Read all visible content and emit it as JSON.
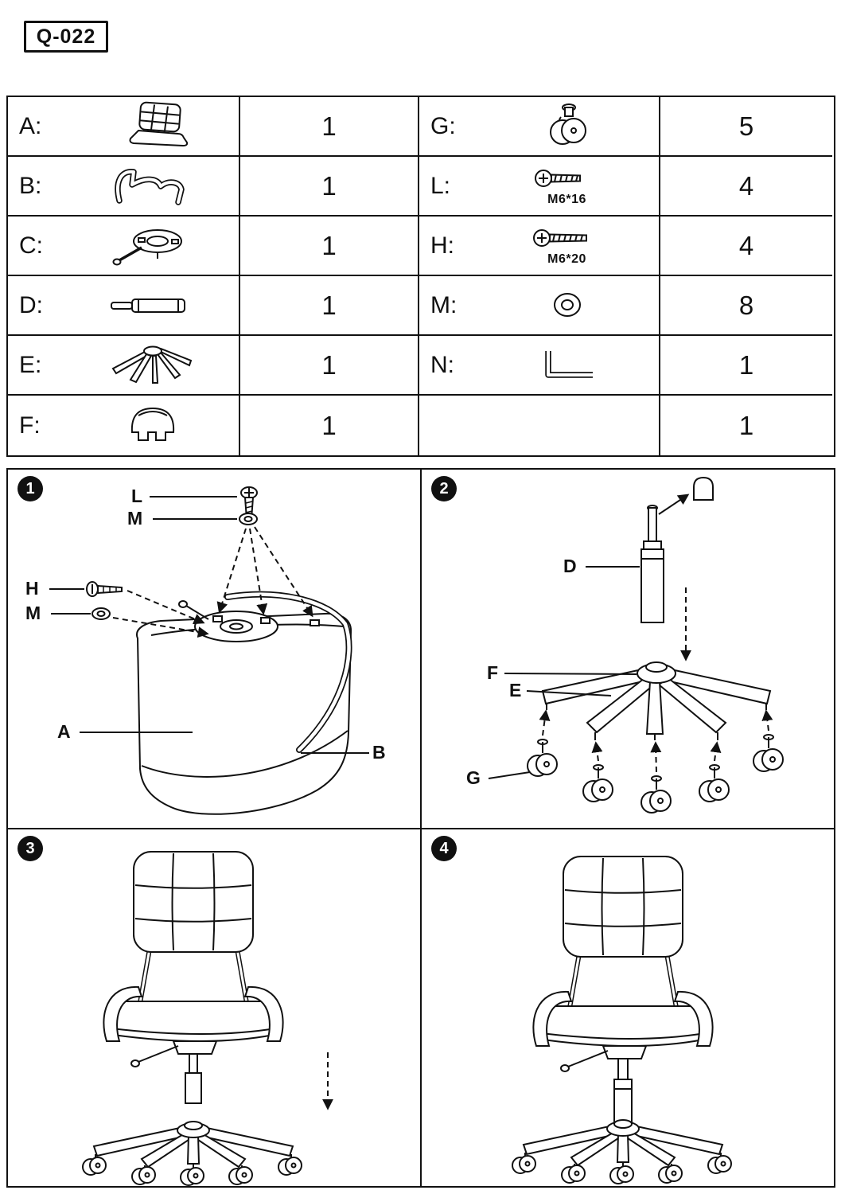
{
  "page": {
    "model": "Q-022"
  },
  "parts_table": {
    "left": [
      {
        "label": "A:",
        "qty": "1",
        "icon": "seat-back-icon"
      },
      {
        "label": "B:",
        "qty": "1",
        "icon": "armrest-bracket-icon"
      },
      {
        "label": "C:",
        "qty": "1",
        "icon": "seat-mechanism-icon"
      },
      {
        "label": "D:",
        "qty": "1",
        "icon": "gas-lift-icon"
      },
      {
        "label": "E:",
        "qty": "1",
        "icon": "five-star-base-icon"
      },
      {
        "label": "F:",
        "qty": "1",
        "icon": "telescopic-cover-icon"
      }
    ],
    "right": [
      {
        "label": "G:",
        "qty": "5",
        "icon": "caster-wheel-icon",
        "note": ""
      },
      {
        "label": "L:",
        "qty": "4",
        "icon": "screw-icon",
        "note": "M6*16"
      },
      {
        "label": "H:",
        "qty": "4",
        "icon": "screw-icon",
        "note": "M6*20"
      },
      {
        "label": "M:",
        "qty": "8",
        "icon": "washer-icon",
        "note": ""
      },
      {
        "label": "N:",
        "qty": "1",
        "icon": "allen-key-icon",
        "note": ""
      },
      {
        "label": "",
        "qty": "1",
        "icon": "",
        "note": ""
      }
    ]
  },
  "steps": {
    "one": {
      "num": "1",
      "labels": {
        "l": "L",
        "m_top": "M",
        "h": "H",
        "m_left": "M",
        "a": "A",
        "b": "B"
      }
    },
    "two": {
      "num": "2",
      "labels": {
        "d": "D",
        "f": "F",
        "e": "E",
        "g": "G"
      }
    },
    "three": {
      "num": "3"
    },
    "four": {
      "num": "4"
    }
  }
}
